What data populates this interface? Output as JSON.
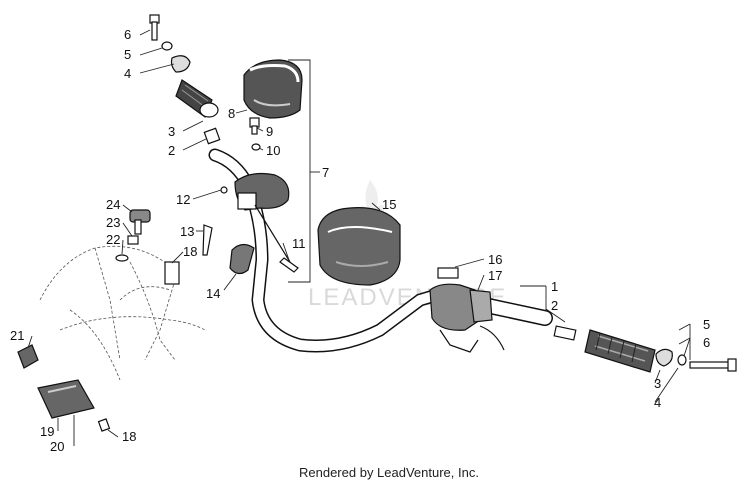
{
  "diagram": {
    "callouts": {
      "c1": "1",
      "c2": "2",
      "c3": "3",
      "c4": "4",
      "c5": "5",
      "c6": "6",
      "c7": "7",
      "c8": "8",
      "c9": "9",
      "c10": "10",
      "c11": "11",
      "c12": "12",
      "c13": "13",
      "c14": "14",
      "c15": "15",
      "c16": "16",
      "c17": "17",
      "c18": "18",
      "c19": "19",
      "c20": "20",
      "c21": "21",
      "c22": "22",
      "c23": "23",
      "c24": "24"
    },
    "watermark": "LEADVENTURE",
    "footer": "Rendered by LeadVenture, Inc."
  }
}
